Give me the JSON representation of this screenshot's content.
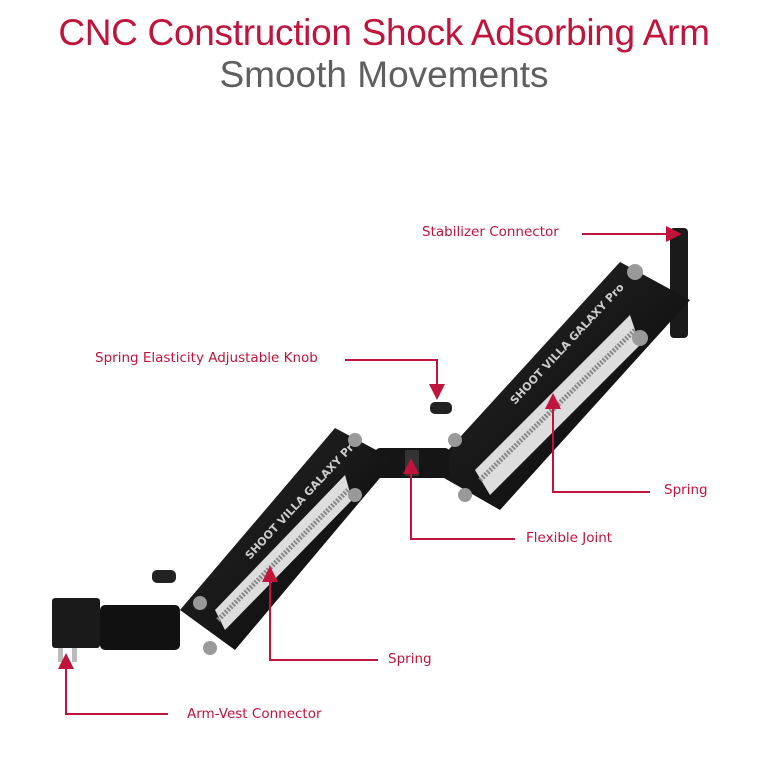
{
  "header": {
    "title": "CNC Construction Shock Adsorbing Arm",
    "subtitle": "Smooth Movements"
  },
  "product": {
    "brand_marking": "SHOOT VILLA GALAXY Pro"
  },
  "callouts": [
    {
      "id": "stabilizer-connector",
      "label": "Stabilizer Connector"
    },
    {
      "id": "knob",
      "label": "Spring Elasticity Adjustable Knob"
    },
    {
      "id": "spring-upper",
      "label": "Spring"
    },
    {
      "id": "flexible-joint",
      "label": "Flexible Joint"
    },
    {
      "id": "spring-lower",
      "label": "Spring"
    },
    {
      "id": "arm-vest-connector",
      "label": "Arm-Vest Connector"
    }
  ],
  "colors": {
    "accent": "#c0143c",
    "subtitle": "#5f5f5f",
    "arm": "#111111"
  }
}
